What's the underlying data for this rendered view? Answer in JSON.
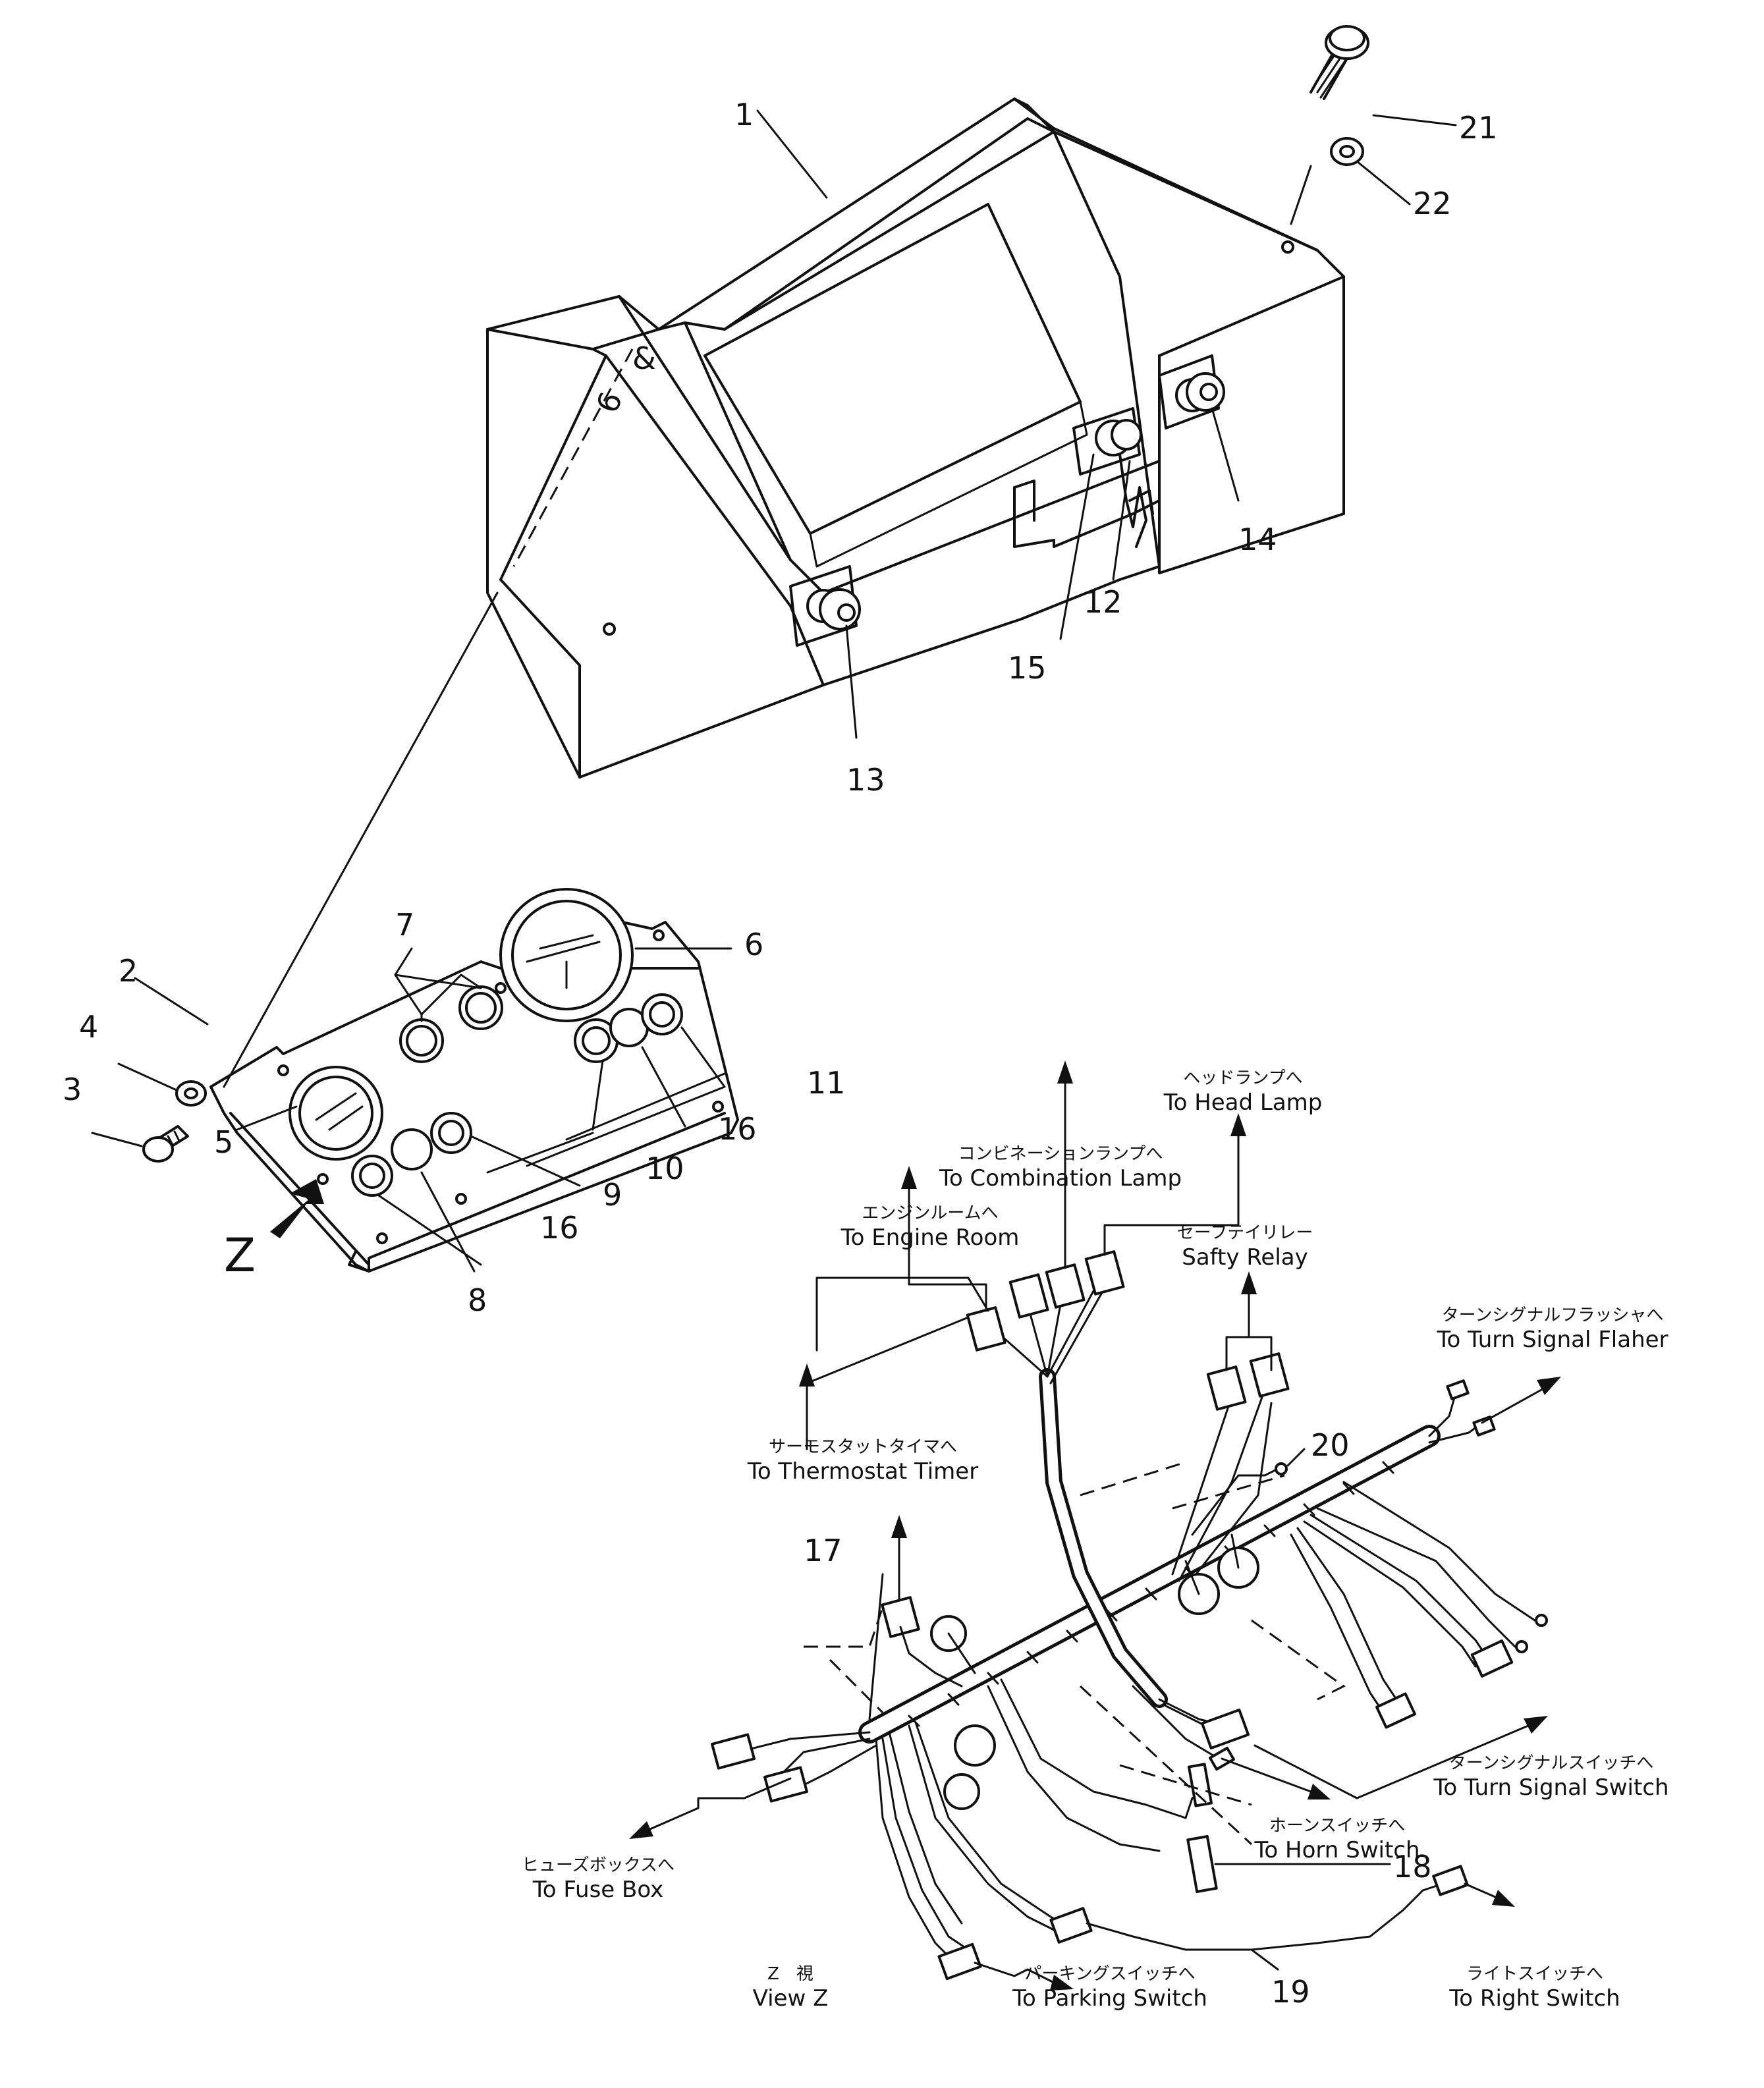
{
  "part_numbers": [
    "1",
    "2",
    "3",
    "4",
    "5",
    "6",
    "7",
    "8",
    "9",
    "10",
    "11",
    "12",
    "13",
    "14",
    "15",
    "16",
    "16",
    "17",
    "18",
    "19",
    "20",
    "21",
    "22"
  ],
  "view_marker": "Z",
  "connectors": {
    "head_lamp": {
      "jp": "ヘッドランプへ",
      "en": "To Head Lamp"
    },
    "combination_lamp": {
      "jp": "コンビネーションランプへ",
      "en": "To Combination Lamp"
    },
    "engine_room": {
      "jp": "エンジンルームへ",
      "en": "To Engine Room"
    },
    "safety_relay": {
      "jp": "セーフテイリレー",
      "en": "Safty Relay"
    },
    "turn_signal_flasher": {
      "jp": "ターンシグナルフラッシャへ",
      "en": "To Turn Signal Flaher"
    },
    "thermostat_timer": {
      "jp": "サーモスタットタイマへ",
      "en": "To Thermostat Timer"
    },
    "turn_signal_switch": {
      "jp": "ターンシグナルスイッチへ",
      "en": "To Turn Signal Switch"
    },
    "horn_switch": {
      "jp": "ホーンスイッチへ",
      "en": "To Horn Switch"
    },
    "fuse_box": {
      "jp": "ヒューズボックスへ",
      "en": "To Fuse Box"
    },
    "parking_switch": {
      "jp": "パーキングスイッチへ",
      "en": "To Parking Switch"
    },
    "right_switch": {
      "jp": "ライトスイッチへ",
      "en": "To Right Switch"
    }
  },
  "view_caption": {
    "jp": "Z　視",
    "en": "View Z"
  }
}
